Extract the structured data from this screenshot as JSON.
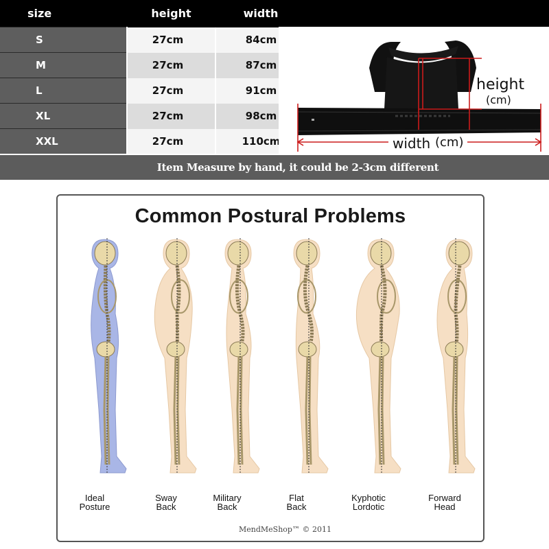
{
  "size_table": {
    "headers": {
      "size": "size",
      "height": "height",
      "width": "width"
    },
    "rows": [
      {
        "size": "S",
        "height": "27cm",
        "width": "84cm"
      },
      {
        "size": "M",
        "height": "27cm",
        "width": "87cm"
      },
      {
        "size": "L",
        "height": "27cm",
        "width": "91cm"
      },
      {
        "size": "XL",
        "height": "27cm",
        "width": "98cm"
      },
      {
        "size": "XXL",
        "height": "27cm",
        "width": "110cm"
      }
    ]
  },
  "note": "Item Measure by hand, it could be 2-3cm different",
  "product_diagram": {
    "height_label": "height",
    "height_unit": "(cm)",
    "width_label": "width",
    "width_unit": "(cm)",
    "measure_color": "#cc1b1b",
    "product_color": "#111111"
  },
  "poster": {
    "title": "Common Postural Problems",
    "figures": [
      {
        "line1": "Ideal",
        "line2": "Posture",
        "icon": "ideal-posture-skeleton-icon"
      },
      {
        "line1": "Sway",
        "line2": "Back",
        "icon": "sway-back-skeleton-icon"
      },
      {
        "line1": "Military",
        "line2": "Back",
        "icon": "military-back-skeleton-icon"
      },
      {
        "line1": "Flat",
        "line2": "Back",
        "icon": "flat-back-skeleton-icon"
      },
      {
        "line1": "Kyphotic",
        "line2": "Lordotic",
        "icon": "kyphotic-lordotic-skeleton-icon"
      },
      {
        "line1": "Forward",
        "line2": "Head",
        "icon": "forward-head-skeleton-icon"
      }
    ],
    "credit": "MendMeShop™ © 2011",
    "ideal_body_color": "#a9b6e6",
    "body_color": "#f6dfc4",
    "bone_color": "#e9d9a8"
  }
}
